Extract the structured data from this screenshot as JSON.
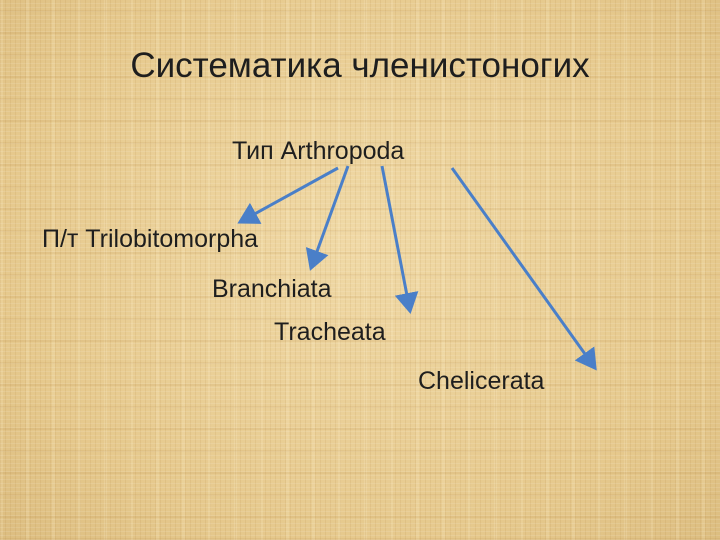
{
  "title": "Систематика членистоногих",
  "nodes": {
    "root": "Тип Arthropoda",
    "trilobitomorpha": "П/т Trilobitomorpha",
    "branchiata": "Branchiata",
    "tracheata": "Tracheata",
    "chelicerata": "Chelicerata"
  },
  "colors": {
    "arrow": "#4a7fc8",
    "background": "#e9cf97",
    "text": "#1e1e1e"
  }
}
